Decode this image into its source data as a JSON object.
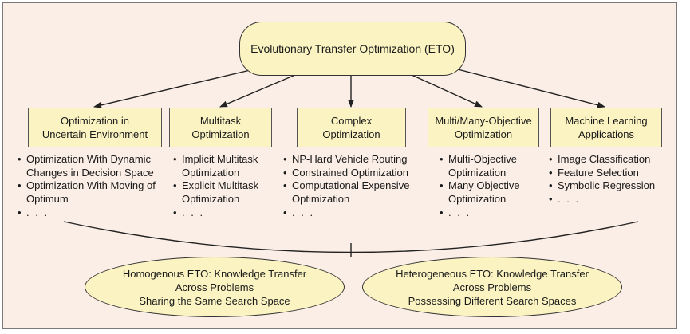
{
  "root": {
    "label": "Evolutionary Transfer Optimization (ETO)"
  },
  "categories": [
    {
      "title": "Optimization in\nUncertain Environment",
      "items": [
        "Optimization With Dynamic\nChanges in Decision Space",
        "Optimization With Moving of\nOptimum"
      ],
      "ellipsis": ". . ."
    },
    {
      "title": "Multitask\nOptimization",
      "items": [
        "Implicit Multitask\nOptimization",
        "Explicit Multitask\nOptimization"
      ],
      "ellipsis": ". . ."
    },
    {
      "title": "Complex\nOptimization",
      "items": [
        "NP-Hard Vehicle Routing",
        "Constrained Optimization",
        "Computational Expensive\nOptimization"
      ],
      "ellipsis": ". . ."
    },
    {
      "title": "Multi/Many-Objective\nOptimization",
      "items": [
        "Multi-Objective\nOptimization",
        "Many Objective\nOptimization"
      ],
      "ellipsis": ". . ."
    },
    {
      "title": "Machine Learning\nApplications",
      "items": [
        "Image Classification",
        "Feature Selection",
        "Symbolic Regression"
      ],
      "ellipsis": ". . ."
    }
  ],
  "eto_types": [
    {
      "label": "Homogenous ETO: Knowledge Transfer\nAcross Problems\nSharing the Same Search Space"
    },
    {
      "label": "Heterogeneous ETO: Knowledge Transfer\nAcross Problems\nPossessing Different Search Spaces"
    }
  ],
  "colors": {
    "background": "#fbeee6",
    "node_fill": "#fbf4c2",
    "stroke": "#333333"
  }
}
